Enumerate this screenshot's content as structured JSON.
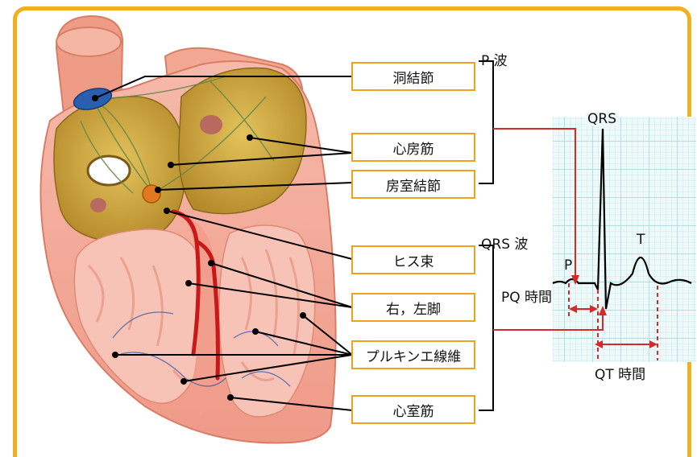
{
  "labels": {
    "sinoatrial_node": "洞結節",
    "atrial_muscle": "心房筋",
    "av_node": "房室結節",
    "his_bundle": "ヒス束",
    "bundle_branches": "右，左脚",
    "purkinje_fibers": "プルキンエ線維",
    "ventricular_muscle": "心室筋"
  },
  "wave_groups": {
    "p_wave": "P 波",
    "qrs_wave": "QRS 波"
  },
  "ecg": {
    "p": "P",
    "qrs": "QRS",
    "t": "T",
    "pq_interval": "PQ 時間",
    "qt_interval": "QT 時間"
  },
  "colors": {
    "frame": "#f0b020",
    "label_border": "#f0a21e",
    "red_connector": "#d42a2a",
    "grid": "#a9dce2",
    "grid_bg": "#eef9fa",
    "heart_muscle": "#f2a99a",
    "atrium": "#c9a23a",
    "sa_node": "#2a5fb0",
    "av_node": "#e07a20"
  }
}
